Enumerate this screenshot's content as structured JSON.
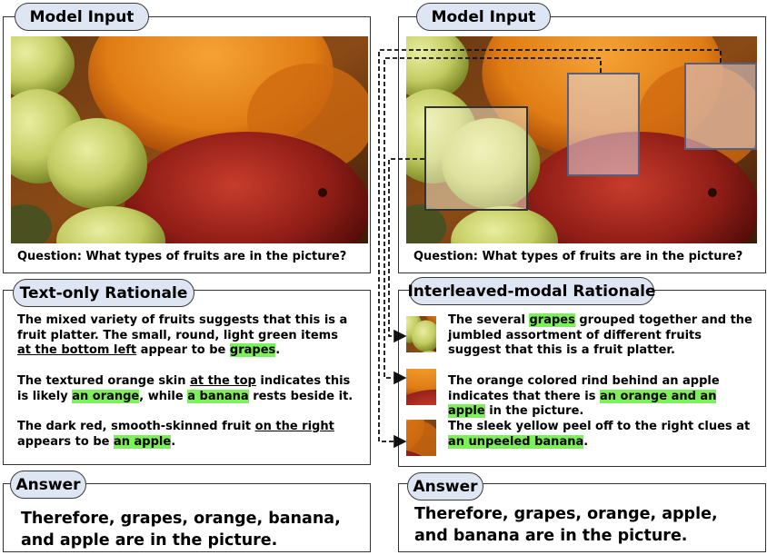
{
  "left": {
    "input_title": "Model Input",
    "question": "Question: What types of fruits are in the picture?",
    "rationale_title": "Text-only Rationale",
    "rationale_p1": [
      "The mixed variety of fruits suggests that this is a fruit platter. The small, round, light green items ",
      "at the bottom left",
      " appear to be ",
      "grapes",
      "."
    ],
    "rationale_p2": [
      "The textured orange skin ",
      "at the top",
      " indicates this is likely ",
      "an orange",
      ", while ",
      "a banana",
      " rests beside it."
    ],
    "rationale_p3": [
      "The dark red, smooth-skinned fruit ",
      "on the right",
      " appears to be ",
      "an apple",
      "."
    ],
    "answer_title": "Answer",
    "answer_text": "Therefore, grapes, orange, banana, and apple are in the picture."
  },
  "right": {
    "input_title": "Model Input",
    "question": "Question: What types of fruits are in the picture?",
    "rationale_title": "Interleaved-modal Rationale",
    "step1": [
      "The several ",
      "grapes",
      " grouped together and the jumbled assortment of different fruits suggest that this is a fruit platter."
    ],
    "step2": [
      "The orange colored rind behind an apple indicates that there is ",
      "an orange and an apple",
      " in the picture."
    ],
    "step3": [
      "The sleek yellow peel off to the right clues at ",
      "an unpeeled banana",
      "."
    ],
    "answer_title": "Answer",
    "answer_text": "Therefore, grapes, orange, apple, and banana are in the picture."
  },
  "colors": {
    "highlight": "#7cf05a",
    "pill": "#dfe6f3",
    "border": "#333333"
  }
}
